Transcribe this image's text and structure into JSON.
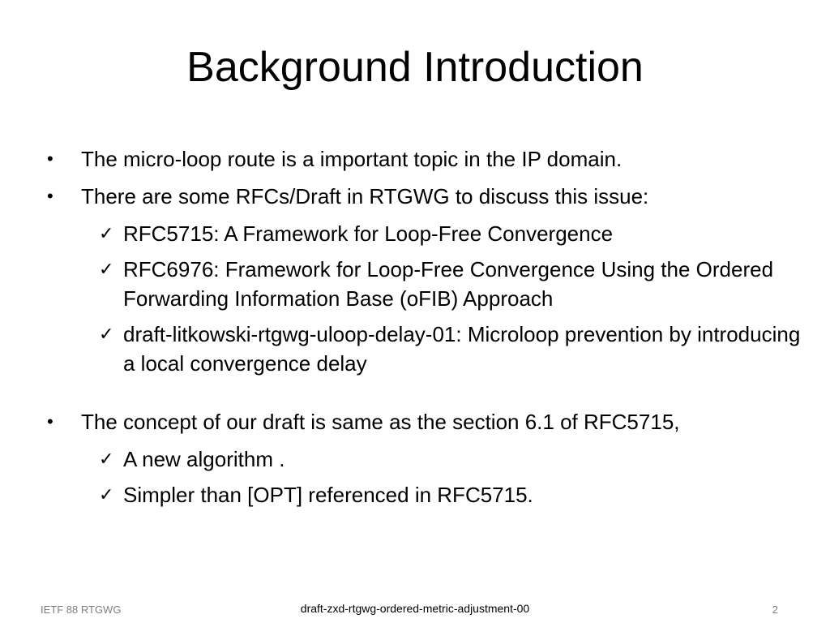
{
  "slide": {
    "title": "Background Introduction",
    "bullets": [
      {
        "text": "The micro-loop route is a important topic in the IP domain.",
        "subitems": []
      },
      {
        "text": "There are some RFCs/Draft in RTGWG to discuss this issue:",
        "subitems": [
          "RFC5715: A Framework for Loop-Free Convergence",
          "RFC6976: Framework for Loop-Free Convergence Using the Ordered Forwarding Information Base (oFIB) Approach",
          "draft-litkowski-rtgwg-uloop-delay-01: Microloop prevention by introducing a local convergence delay"
        ]
      },
      {
        "text": "The concept of our draft is same as the section 6.1 of RFC5715,",
        "subitems": [
          "A new algorithm .",
          "Simpler than [OPT] referenced in RFC5715."
        ]
      }
    ],
    "bullet_glyph": "•",
    "check_glyph": "✓"
  },
  "footer": {
    "left": "IETF 88 RTGWG",
    "center": "draft-zxd-rtgwg-ordered-metric-adjustment-00",
    "page_number": "2"
  }
}
